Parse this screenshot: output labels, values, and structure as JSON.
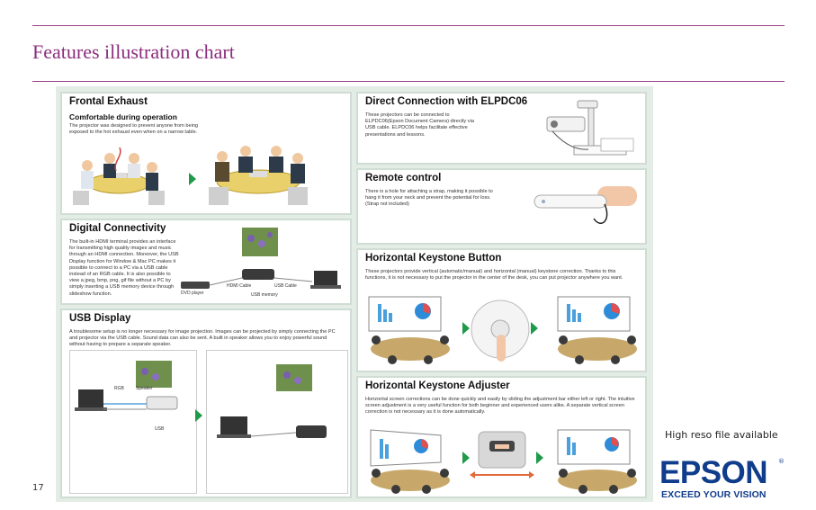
{
  "slide": {
    "title": "Features illustration chart",
    "high_res_note": "High reso file available",
    "page_number": "17"
  },
  "panels": {
    "frontal": {
      "heading": "Frontal Exhaust",
      "subheading": "Comfortable during operation",
      "text": "The projector was designed to prevent anyone from being exposed to the hot exhaust even when on a narrow table."
    },
    "direct": {
      "heading": "Direct Connection with ELPDC06",
      "text": "These projectors can be connected to ELPDC06(Epson Document Camera) directly via USB cable. ELPDC06 helps facilitate effective presentations and lessons."
    },
    "remote": {
      "heading": "Remote control",
      "text": "There is a hole for attaching a strap, making it possible to hang it from your neck and prevent the potential for loss. (Strap not included)"
    },
    "digital": {
      "heading": "Digital Connectivity",
      "text": "The built-in HDMI terminal provides an interface for transmitting high quality images and music through an HDMI connection. Moreover, the USB Display function for Window & Mac PC makes it possible to connect to a PC via a USB cable instead of an RGB cable. It is also possible to view a jpeg, bmp, png, gif file without a PC by simply inserting a USB memory device through slideshow function.",
      "labels": [
        "DVD player",
        "HDMI Cable",
        "USB memory",
        "USB Cable"
      ]
    },
    "keystone_button": {
      "heading": "Horizontal Keystone Button",
      "text": "These projectors provide vertical (automatic/manual) and horizontal (manual) keystone correction. Thanks to this functions, it is not necessary to put the projector in the center of the desk, you can put projector anywhere you want."
    },
    "usb_display": {
      "heading": "USB Display",
      "text": "A troublesome setup is no longer necessary for image projection. Images can be projected by simply connecting the PC and projector via the USB cable. Sound data can also be sent. A built in speaker allows you to enjoy powerful sound without having to prepare a separate speaker.",
      "labels": [
        "RGB",
        "Speaker",
        "USB"
      ]
    },
    "keystone_adjuster": {
      "heading": "Horizontal Keystone Adjuster",
      "text": "Horizontal screen corrections can be done quickly and easily by sliding the adjustment bar either left or right. The intuitive screen adjustment is a very useful function for both beginner and experienced users alike. A separate vertical screen correction is not necessary as it is done automatically."
    }
  },
  "brand": {
    "name": "EPSON",
    "registered": "®",
    "tagline": "EXCEED YOUR VISION",
    "color": "#103c8c"
  },
  "colors": {
    "title": "#8b2e7e",
    "rule": "#9a3f86",
    "arrow": "#1e9a4a",
    "panel_bg": "#e4ece6"
  }
}
